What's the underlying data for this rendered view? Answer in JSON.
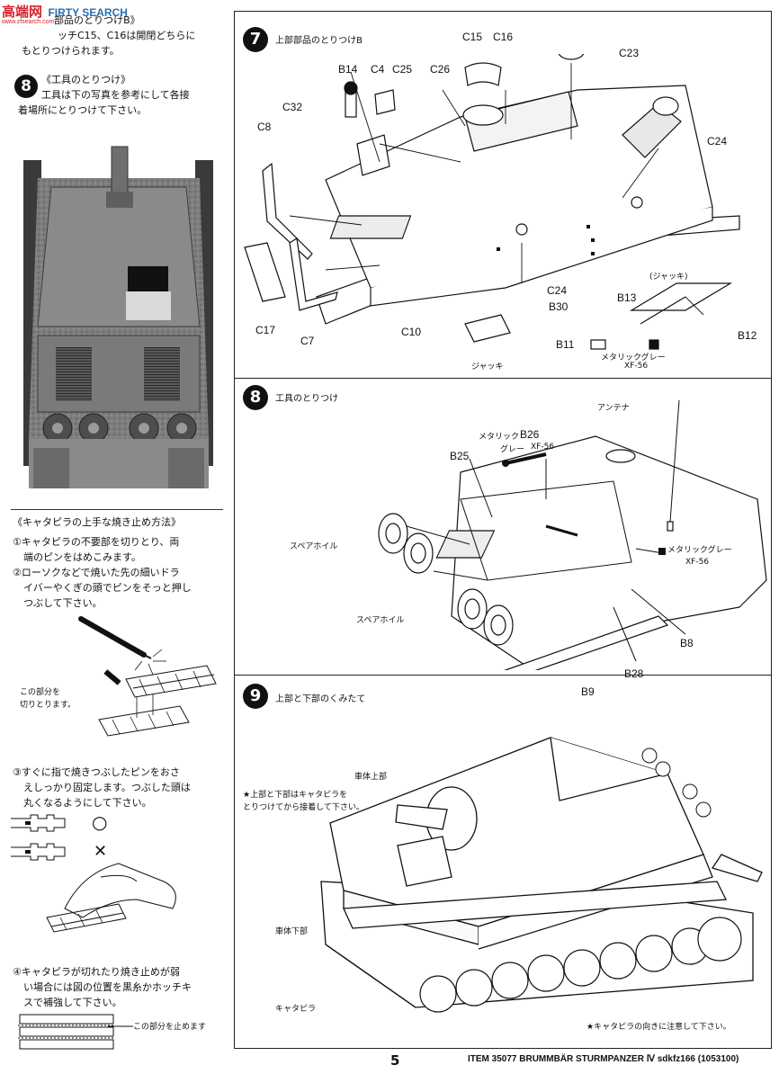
{
  "watermark": {
    "brand": "高端网",
    "site": "FIRTY SEARCH",
    "url": "www.zfsearch.com"
  },
  "left": {
    "intro_lines": [
      "部品のとりつけB》",
      "ッチC15、C16は開閉どちらに",
      "もとりつけられます。"
    ],
    "step8_num": "8",
    "step8_title": "《工具のとりつけ》",
    "step8_lines": [
      "工具は下の写真を参考にして各接",
      "着場所にとりつけて下さい。"
    ],
    "track_title": "《キャタピラの上手な焼き止め方法》",
    "track_steps": [
      [
        "①キャタピラの不要部を切りとり、両",
        "端のピンをはめこみます。"
      ],
      [
        "②ローソクなどで焼いた先の細いドラ",
        "イバーやくぎの頭でピンをそっと押し",
        "つぶして下さい。"
      ],
      [
        "③すぐに指で焼きつぶしたピンをおさ",
        "えしっかり固定します。つぶした頭は",
        "丸くなるようにして下さい。"
      ],
      [
        "④キャタピラが切れたり焼き止めが弱",
        "い場合には図の位置を黒糸かホッチキ",
        "スで補強して下さい。"
      ]
    ],
    "cut_note": [
      "この部分を",
      "切りとります。"
    ],
    "reinforce_note": "この部分を止めます",
    "circle_mark": "○",
    "cross_mark": "✕"
  },
  "step7": {
    "num": "7",
    "title": "上部部品のとりつけB",
    "labels": {
      "c15": "C15",
      "c16": "C16",
      "c23": "C23",
      "b14": "B14",
      "c4": "C4",
      "c25": "C25",
      "c26": "C26",
      "c32": "C32",
      "c8": "C8",
      "c24a": "C24",
      "c24b": "C24",
      "c17": "C17",
      "c7": "C7",
      "c10": "C10",
      "b30": "B30",
      "b13": "B13",
      "b12": "B12",
      "b11": "B11"
    },
    "jack_label": "(ジャッキ)",
    "jack_label2": "ジャッキ",
    "paint1": "メタリックグレー",
    "paint1_code": "XF-56"
  },
  "step8": {
    "num": "8",
    "title": "工具のとりつけ",
    "antenna": "アンテナ",
    "metallic": "メタリック",
    "grey": "グレー",
    "b26": "B26",
    "xf56a": "XF-56",
    "b25": "B25",
    "spare1": "スペアホイル",
    "spare2": "スペアホイル",
    "paint2": "メタリックグレー",
    "xf56b": "XF-56",
    "b8": "B8",
    "b28": "B28",
    "b9": "B9"
  },
  "step9": {
    "num": "9",
    "title": "上部と下部のくみたて",
    "upper_hull": "車体上部",
    "note": [
      "★上部と下部はキャタピラを",
      "とりつけてから接着して下さい。"
    ],
    "lower_hull": "車体下部",
    "track": "キャタピラ",
    "direction_note": "★キャタピラの向きに注意して下さい。"
  },
  "footer": {
    "page": "5",
    "item": "ITEM 35077  BRUMMBÄR STURMPANZER Ⅳ sdkfz166 (1053100)"
  },
  "colors": {
    "ink": "#111111",
    "paper": "#ffffff",
    "tone": "#c8c8c8",
    "watermark_red": "#d8232a",
    "watermark_blue": "#2a6fb5"
  }
}
